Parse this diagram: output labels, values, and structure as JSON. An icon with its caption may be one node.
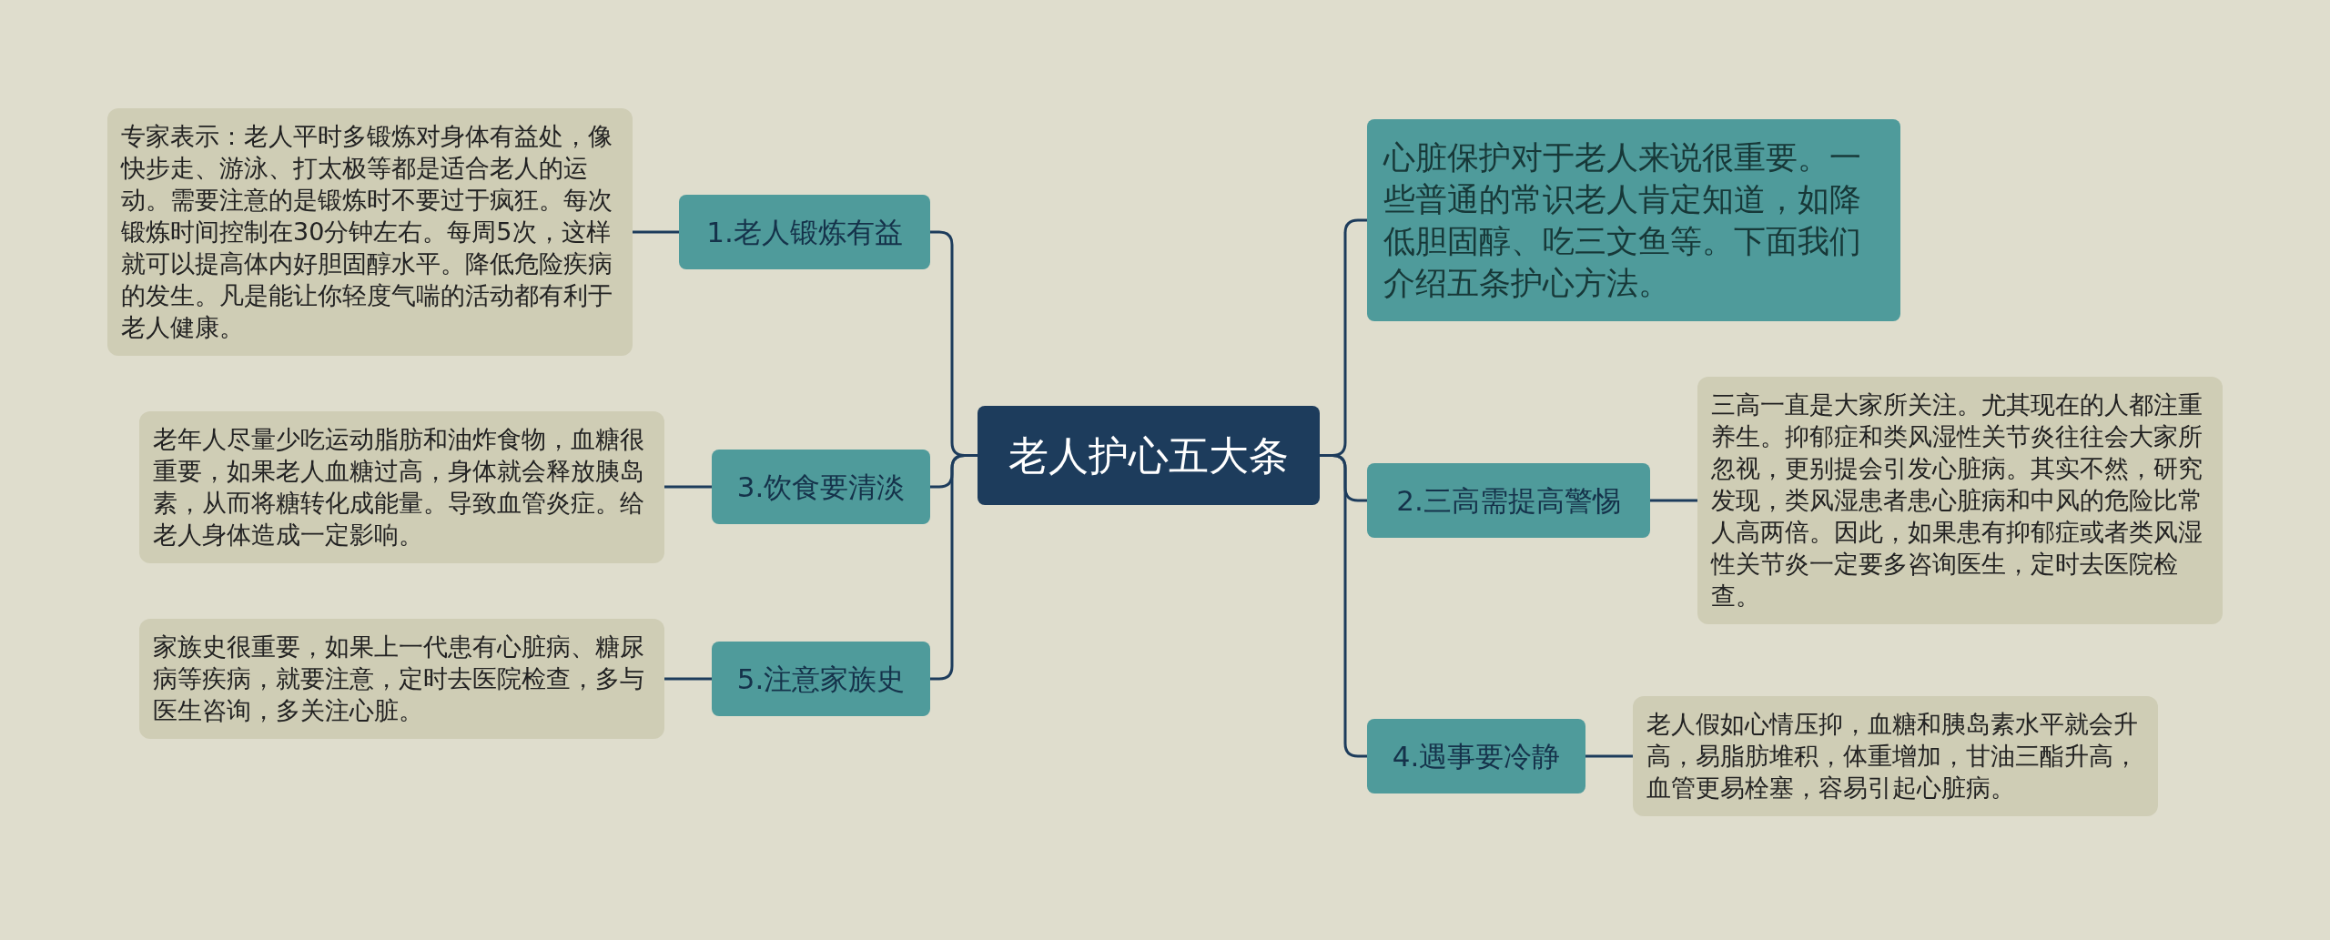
{
  "diagram": {
    "nodes": [
      {
        "text": [
          "老人护心五大条"
        ]
      },
      {
        "text": [
          "1.老人锻炼有益"
        ]
      },
      {
        "text": [
          "专家表示：老人平时多锻炼对身体有益处，像快步走、游泳、打太极等都是适合老人的运动。需要注意的是锻炼时不要过于疯狂。每次锻炼时间控制在30分钟左右。每周5次，这样就可以提高体内好胆固醇水平。降低危险疾病的发生。凡是能让你轻度气喘的活动都有利于老人健康。"
        ]
      },
      {
        "text": [
          "3.饮食要清淡"
        ]
      },
      {
        "text": [
          "老年人尽量少吃运动脂肪和油炸食物，血糖很重要，如果老人血糖过高，身体就会释放胰岛素，从而将糖转化成能量。导致血管炎症。给老人身体造成一定影响。"
        ]
      },
      {
        "text": [
          "5.注意家族史"
        ]
      },
      {
        "text": [
          "家族史很重要，如果上一代患有心脏病、糖尿病等疾病，就要注意，定时去医院检查，多与医生咨询，多关注心脏。"
        ]
      },
      {
        "text": [
          "心脏保护对于老人来说很重要。一些普通的常识老人肯定知道，如降低胆固醇、吃三文鱼等。下面我们介绍五条护心方法。"
        ]
      },
      {
        "text": [
          "2.三高需提高警惕"
        ]
      },
      {
        "text": [
          "三高一直是大家所关注。尤其现在的人都注重养生。抑郁症和类风湿性关节炎往往会大家所忽视，更别提会引发心脏病。其实不然，研究发现，类风湿患者患心脏病和中风的危险比常人高两倍。因此，如果患有抑郁症或者类风湿性关节炎一定要多咨询医生，定时去医院检查。"
        ]
      },
      {
        "text": [
          "4.遇事要冷静"
        ]
      },
      {
        "text": [
          "老人假如心情压抑，血糖和胰岛素水平就会升高，易脂肪堆积，体重增加，甘油三酯升高，血管更易栓塞，容易引起心脏病。"
        ]
      }
    ],
    "edges": [
      {
        "from": 0,
        "to": 1,
        "arrow": "none"
      },
      {
        "from": 1,
        "to": 2,
        "arrow": "none"
      },
      {
        "from": 0,
        "to": 3,
        "arrow": "none"
      },
      {
        "from": 3,
        "to": 4,
        "arrow": "none"
      },
      {
        "from": 0,
        "to": 5,
        "arrow": "none"
      },
      {
        "from": 5,
        "to": 6,
        "arrow": "none"
      },
      {
        "from": 0,
        "to": 7,
        "arrow": "none"
      },
      {
        "from": 0,
        "to": 8,
        "arrow": "none"
      },
      {
        "from": 8,
        "to": 9,
        "arrow": "none"
      },
      {
        "from": 0,
        "to": 10,
        "arrow": "none"
      },
      {
        "from": 10,
        "to": 11,
        "arrow": "none"
      }
    ]
  }
}
